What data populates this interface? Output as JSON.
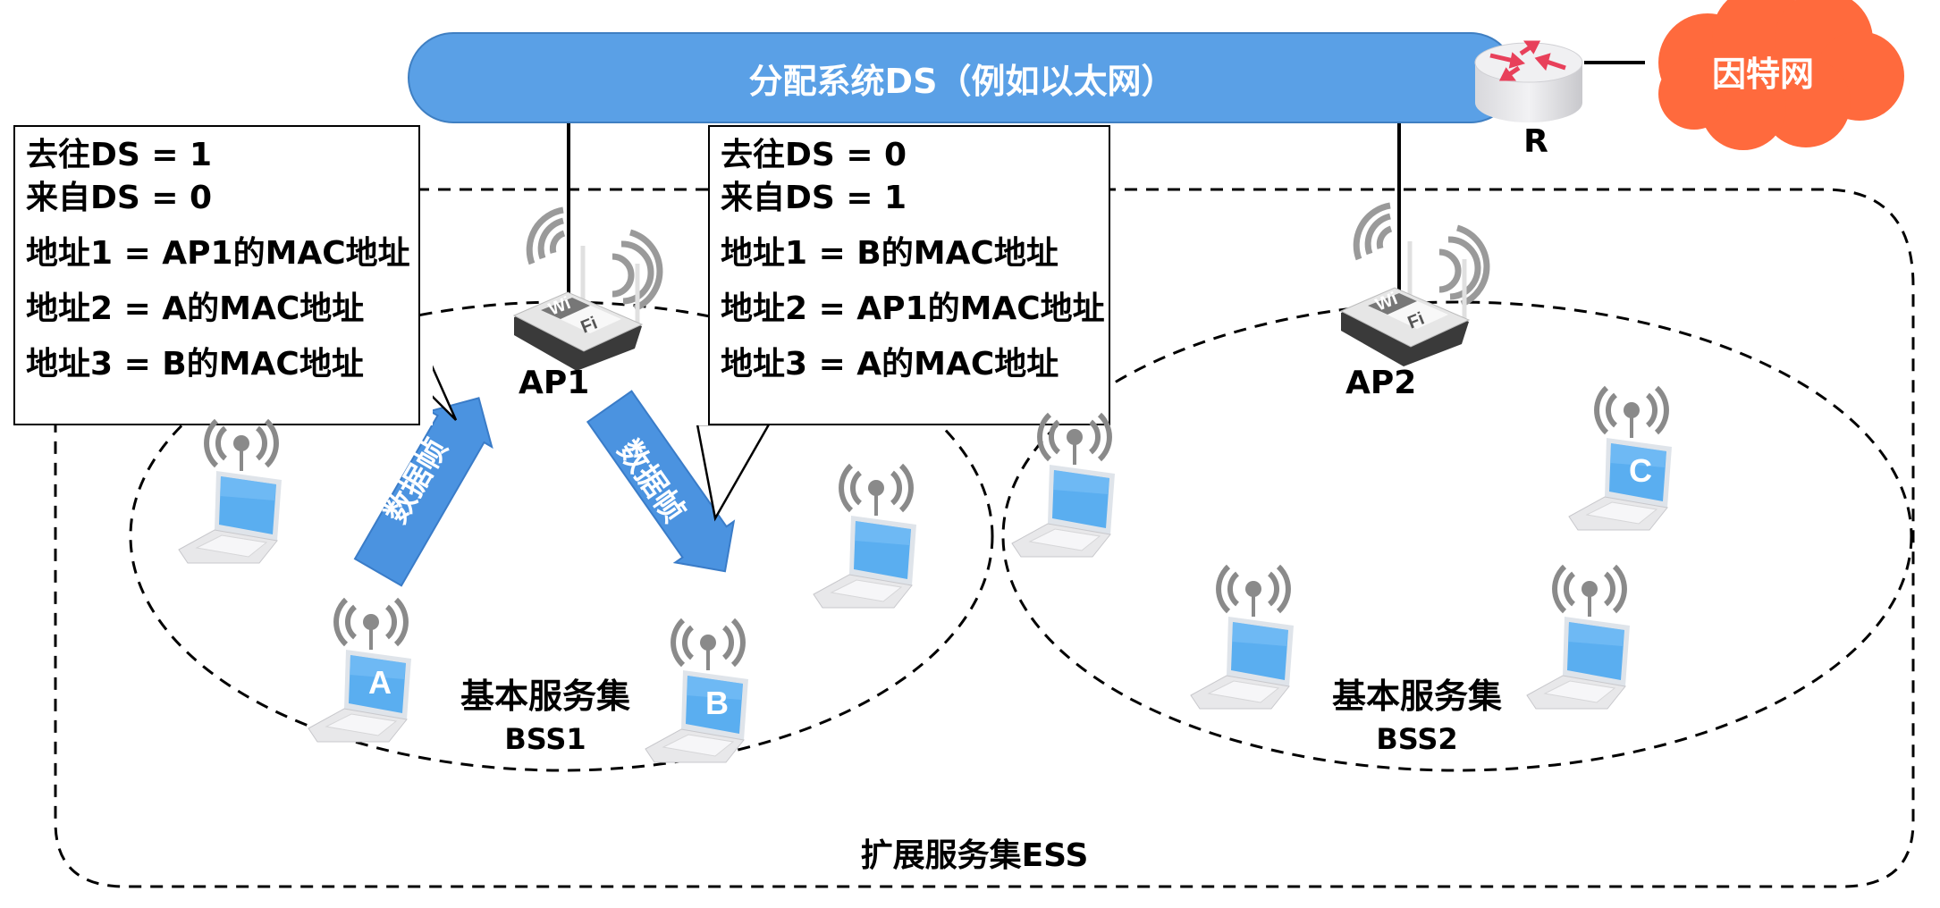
{
  "distribution_system": {
    "label": "分配系统DS（例如以太网）"
  },
  "router": {
    "label": "R",
    "icon": "router-icon"
  },
  "internet": {
    "label": "因特网",
    "icon": "cloud-icon",
    "color": "#ff6a3d"
  },
  "access_points": [
    {
      "label": "AP1",
      "icon": "wifi-router-icon"
    },
    {
      "label": "AP2",
      "icon": "wifi-router-icon"
    }
  ],
  "callouts": [
    {
      "lines": [
        "去往DS = 1",
        "来自DS = 0",
        "地址1 = AP1的MAC地址",
        "地址2 = A的MAC地址",
        "地址3 = B的MAC地址"
      ]
    },
    {
      "lines": [
        "去往DS = 0",
        "来自DS = 1",
        "地址1 = B的MAC地址",
        "地址2 = AP1的MAC地址",
        "地址3 = A的MAC地址"
      ]
    }
  ],
  "frame_arrows": [
    {
      "label": "数据帧",
      "direction": "A-to-AP1"
    },
    {
      "label": "数据帧",
      "direction": "AP1-to-B"
    }
  ],
  "bss": [
    {
      "title": "基本服务集",
      "name": "BSS1",
      "stations": [
        "",
        "A",
        "B",
        ""
      ]
    },
    {
      "title": "基本服务集",
      "name": "BSS2",
      "stations": [
        "",
        "C",
        "",
        ""
      ]
    }
  ],
  "ess": {
    "label": "扩展服务集ESS"
  },
  "colors": {
    "ds_blue": "#5aa0e6",
    "screen_blue": "#5aaef0",
    "arrow_blue": "#4b93e0",
    "signal_gray": "#8a8a8a",
    "router_arrow_red": "#e8405a"
  }
}
